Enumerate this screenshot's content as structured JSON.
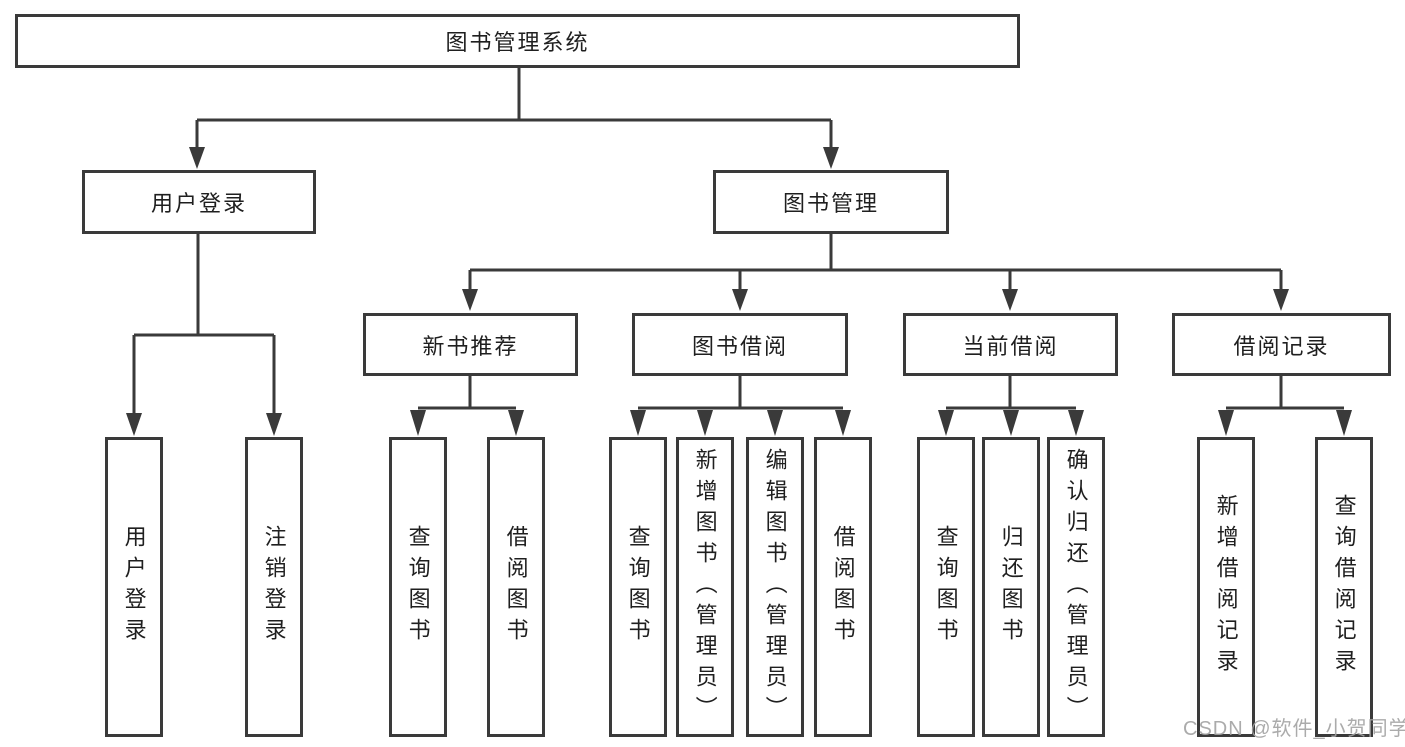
{
  "colors": {
    "line": "#3a3a3a",
    "text": "#1f1f1f",
    "background": "#ffffff",
    "watermark": "#a3a3a3"
  },
  "watermark": {
    "text": "CSDN @软件_小贺同学"
  },
  "diagram": {
    "root": {
      "label": "图书管理系统"
    },
    "level2": [
      {
        "label": "用户登录"
      },
      {
        "label": "图书管理"
      }
    ],
    "level3": [
      {
        "label": "新书推荐"
      },
      {
        "label": "图书借阅"
      },
      {
        "label": "当前借阅"
      },
      {
        "label": "借阅记录"
      }
    ],
    "leaves": {
      "user_login": [
        {
          "label": "用户登录"
        },
        {
          "label": "注销登录"
        }
      ],
      "new_book_recommend": [
        {
          "label": "查询图书"
        },
        {
          "label": "借阅图书"
        }
      ],
      "book_borrow": [
        {
          "label": "查询图书"
        },
        {
          "label": "新增图书（管理员）"
        },
        {
          "label": "编辑图书（管理员）"
        },
        {
          "label": "借阅图书"
        }
      ],
      "current_borrow": [
        {
          "label": "查询图书"
        },
        {
          "label": "归还图书"
        },
        {
          "label": "确认归还（管理员）"
        }
      ],
      "borrow_record": [
        {
          "label": "新增借阅记录"
        },
        {
          "label": "查询借阅记录"
        }
      ]
    }
  }
}
